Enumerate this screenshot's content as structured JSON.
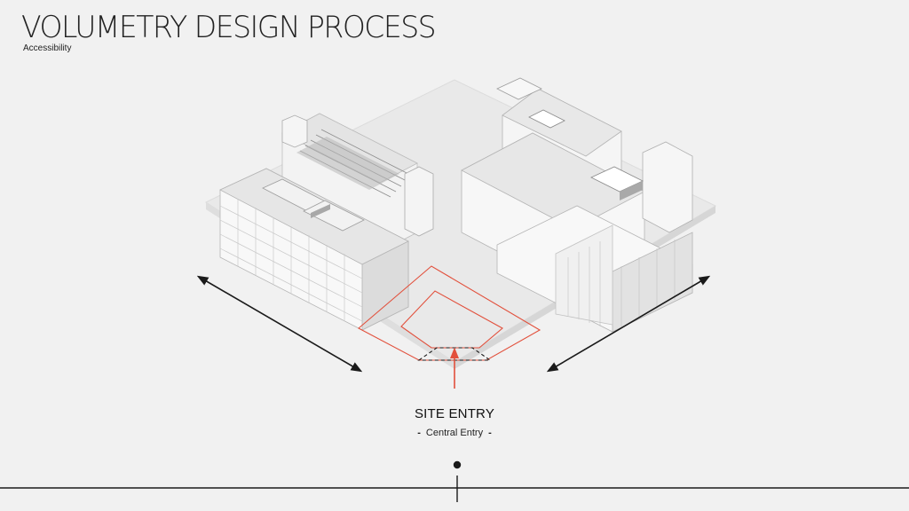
{
  "header": {
    "title": "VOLUMETRY DESIGN PROCESS",
    "subtitle": "Accessibility"
  },
  "entry": {
    "label": "SITE ENTRY",
    "sub": "Central Entry",
    "dash_left": "-",
    "dash_right": "-"
  },
  "colors": {
    "background": "#f1f1f1",
    "accent": "#e2503c",
    "ink": "#1a1a1a"
  }
}
